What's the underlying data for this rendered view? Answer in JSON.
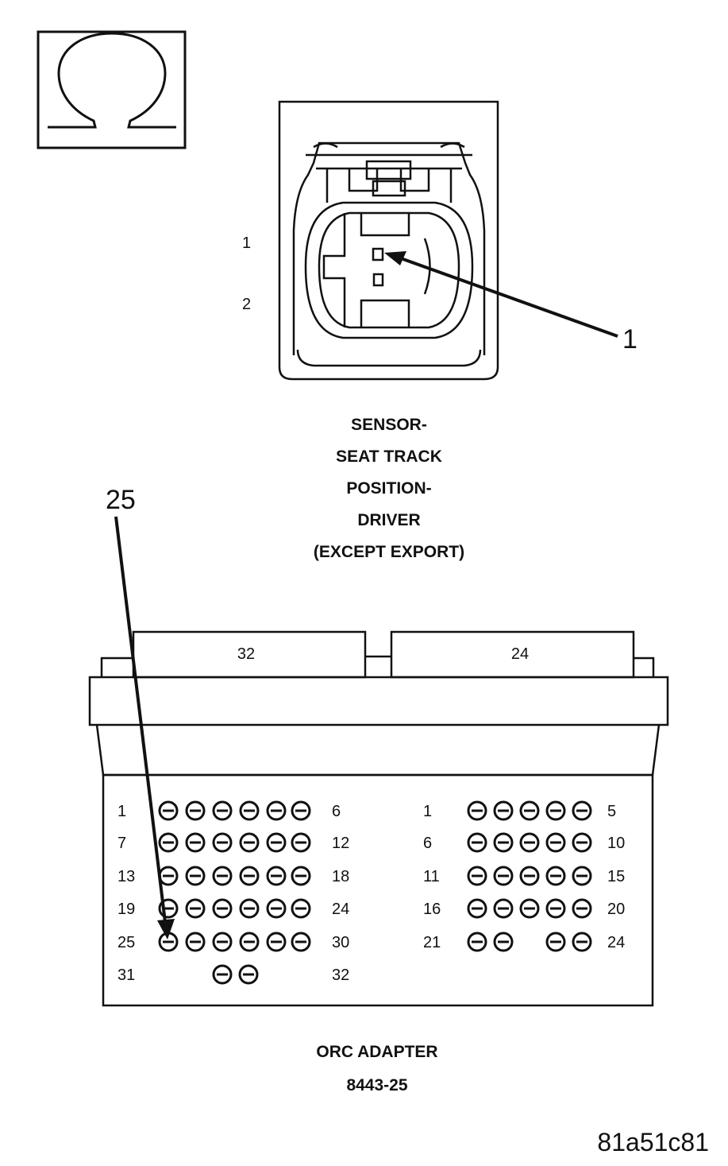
{
  "ohm_symbol": {
    "glyph": "Ω",
    "icon": "ohmmeter-icon"
  },
  "sensor_connector": {
    "pins": [
      "1",
      "2"
    ],
    "title_lines": [
      "SENSOR-",
      "SEAT TRACK",
      "POSITION-",
      "DRIVER",
      "(EXCEPT EXPORT)"
    ]
  },
  "callouts": {
    "sensor_pin": "1",
    "adapter_pin": "25"
  },
  "adapter": {
    "left_tab_label": "32",
    "right_tab_label": "24",
    "left_rows": [
      {
        "start": "1",
        "end": "6"
      },
      {
        "start": "7",
        "end": "12"
      },
      {
        "start": "13",
        "end": "18"
      },
      {
        "start": "19",
        "end": "24"
      },
      {
        "start": "25",
        "end": "30"
      },
      {
        "start": "31",
        "end": "32"
      }
    ],
    "right_rows": [
      {
        "start": "1",
        "end": "5"
      },
      {
        "start": "6",
        "end": "10"
      },
      {
        "start": "11",
        "end": "15"
      },
      {
        "start": "16",
        "end": "20"
      },
      {
        "start": "21",
        "end": "24"
      }
    ],
    "title_lines": [
      "ORC ADAPTER",
      "8443-25"
    ]
  },
  "figure_id": "81a51c81"
}
